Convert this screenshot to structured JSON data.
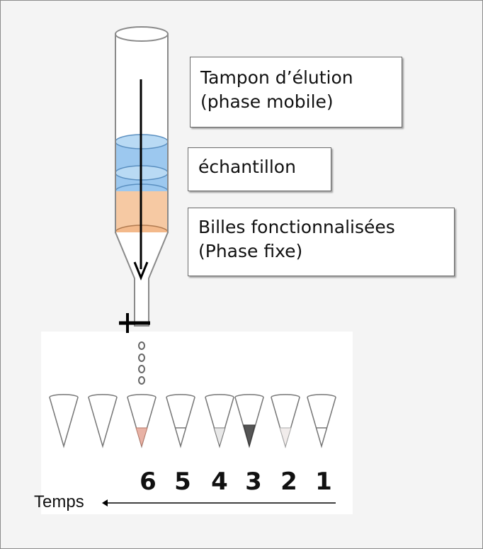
{
  "labels": {
    "mobile_phase": [
      "Tampon d’élution",
      "(phase mobile)"
    ],
    "sample": "échantillon",
    "stationary_phase": [
      "Billes fonctionnalisées",
      "(Phase fixe)"
    ]
  },
  "fraction_numbers": [
    "6",
    "5",
    "4",
    "3",
    "2",
    "1"
  ],
  "time_axis_label": "Temps",
  "colors": {
    "sample_blue": "#9cc8ef",
    "beads_orange": "#f6c9a3",
    "tube_fraction_6": "#e8b2a5",
    "tube_fraction_3": "#555555"
  }
}
